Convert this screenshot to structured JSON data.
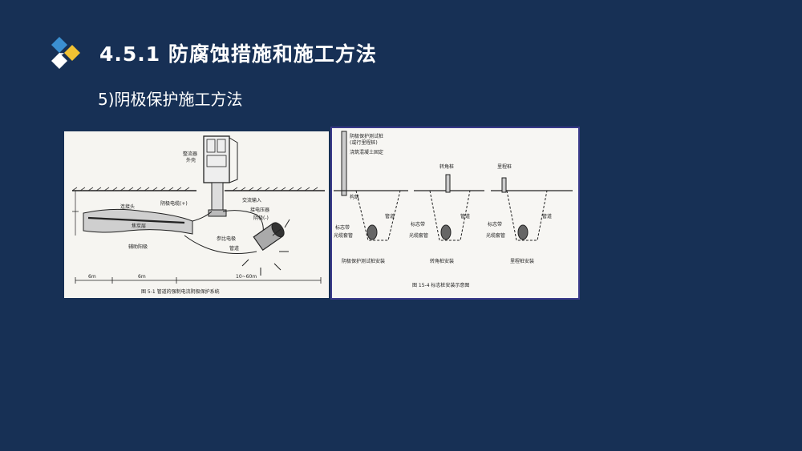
{
  "header": {
    "title": "4.5.1 防腐蚀措施和施工方法"
  },
  "section": {
    "subtitle": "5)阴极保护施工方法"
  },
  "figure_left": {
    "labels": {
      "rectifier": "整流器",
      "rectifier2": "外壳",
      "cable_pos": "阴极电缆(+)",
      "ac_input": "交流输入",
      "joint": "连接头",
      "current_cable": "接电压器",
      "cathode_neg": "阴极(-)",
      "coke": "焦炭层",
      "ref_cable": "参比电极",
      "pipe": "管道",
      "aux_anode": "辅助阳极",
      "dim_6m_a": "6m",
      "dim_6m_b": "6m",
      "dim_range": "10~60m"
    },
    "caption": "图 5-1  管道的强制电流阴极保护系统"
  },
  "figure_right": {
    "labels": {
      "test_post": "阴极保护测试桩",
      "test_post2": "(或行里程桩)",
      "concrete": "浇筑混凝土固定",
      "soil": "构筑",
      "mark_post": "标志带",
      "casing": "光缆套管",
      "pipe_a": "管道",
      "turn_post": "转角桩",
      "mark_b": "标志带",
      "casing_b": "光缆套管",
      "pipe_b": "管道",
      "straight_post": "里程桩",
      "mark_c": "标志带",
      "casing_c": "光缆套管",
      "pipe_c": "管道",
      "sub1": "阴极保护测试桩安装",
      "sub2": "转角桩安装",
      "sub3": "里程桩安装"
    },
    "caption": "图 15-4  标志桩安装示意图"
  },
  "colors": {
    "background": "#173055",
    "logo_blue": "#3b8fd1",
    "logo_yellow": "#f2c233",
    "logo_white": "#ffffff"
  }
}
